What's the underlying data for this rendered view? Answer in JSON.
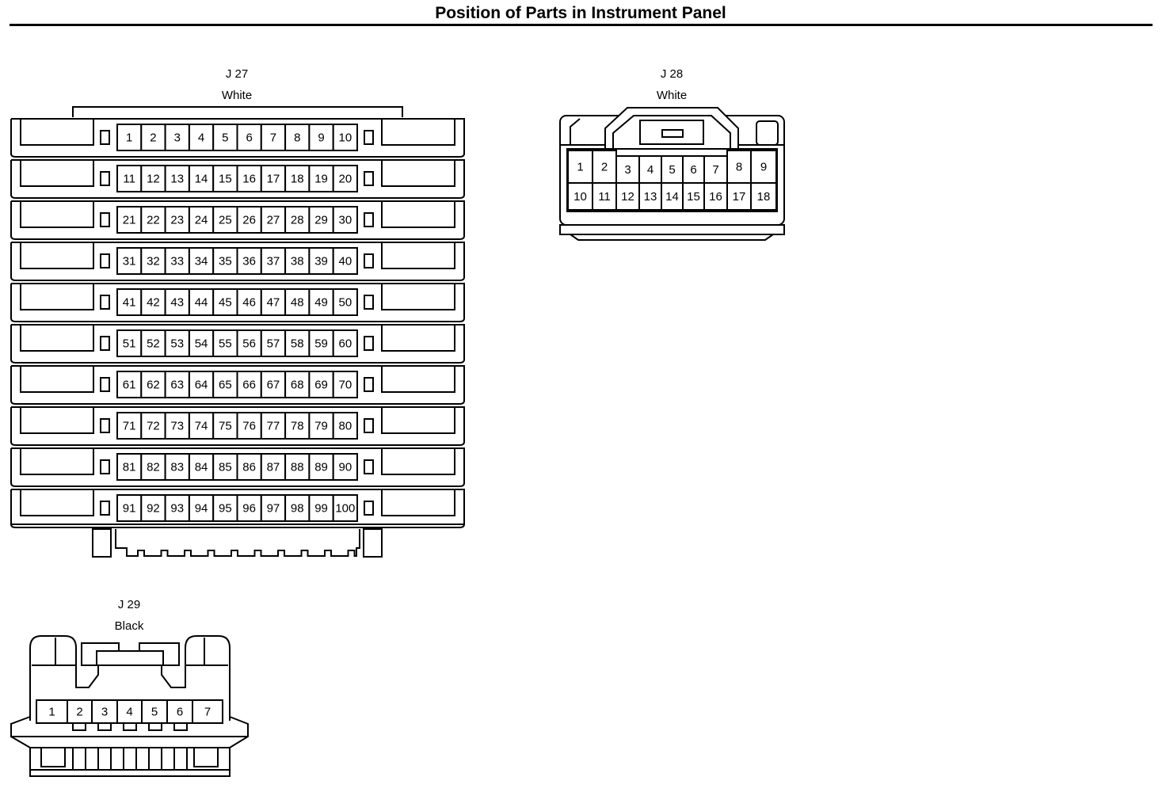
{
  "title": "Position of Parts in Instrument Panel",
  "connectors": {
    "j27": {
      "id": "J 27",
      "color": "White",
      "pins": [
        "1",
        "2",
        "3",
        "4",
        "5",
        "6",
        "7",
        "8",
        "9",
        "10",
        "11",
        "12",
        "13",
        "14",
        "15",
        "16",
        "17",
        "18",
        "19",
        "20",
        "21",
        "22",
        "23",
        "24",
        "25",
        "26",
        "27",
        "28",
        "29",
        "30",
        "31",
        "32",
        "33",
        "34",
        "35",
        "36",
        "37",
        "38",
        "39",
        "40",
        "41",
        "42",
        "43",
        "44",
        "45",
        "46",
        "47",
        "48",
        "49",
        "50",
        "51",
        "52",
        "53",
        "54",
        "55",
        "56",
        "57",
        "58",
        "59",
        "60",
        "61",
        "62",
        "63",
        "64",
        "65",
        "66",
        "67",
        "68",
        "69",
        "70",
        "71",
        "72",
        "73",
        "74",
        "75",
        "76",
        "77",
        "78",
        "79",
        "80",
        "81",
        "82",
        "83",
        "84",
        "85",
        "86",
        "87",
        "88",
        "89",
        "90",
        "91",
        "92",
        "93",
        "94",
        "95",
        "96",
        "97",
        "98",
        "99",
        "100"
      ]
    },
    "j28": {
      "id": "J 28",
      "color": "White",
      "pins": [
        "1",
        "2",
        "3",
        "4",
        "5",
        "6",
        "7",
        "8",
        "9",
        "10",
        "11",
        "12",
        "13",
        "14",
        "15",
        "16",
        "17",
        "18"
      ]
    },
    "j29": {
      "id": "J 29",
      "color": "Black",
      "pins": [
        "1",
        "2",
        "3",
        "4",
        "5",
        "6",
        "7"
      ]
    }
  }
}
